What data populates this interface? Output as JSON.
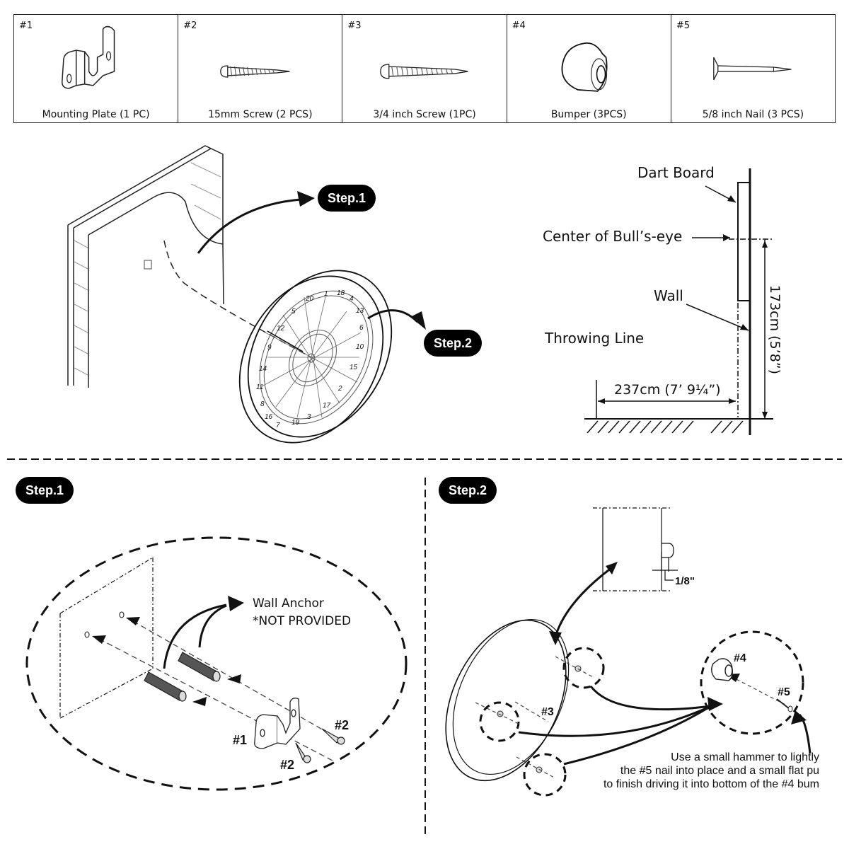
{
  "parts": [
    {
      "id": "#1",
      "label": "Mounting Plate (1 PC)",
      "icon": "mounting-plate-icon"
    },
    {
      "id": "#2",
      "label": "15mm Screw (2 PCS)",
      "icon": "screw-icon"
    },
    {
      "id": "#3",
      "label": "3/4 inch Screw (1PC)",
      "icon": "screw-icon"
    },
    {
      "id": "#4",
      "label": "Bumper (3PCS)",
      "icon": "bumper-icon"
    },
    {
      "id": "#5",
      "label": "5/8 inch Nail (3 PCS)",
      "icon": "nail-icon"
    }
  ],
  "overview": {
    "step1_badge": "Step.1",
    "step2_badge": "Step.2",
    "dartboard_numbers": [
      "20",
      "1",
      "18",
      "4",
      "13",
      "6",
      "10",
      "15",
      "2",
      "17",
      "3",
      "19",
      "7",
      "16",
      "8",
      "11",
      "14",
      "9",
      "12",
      "5"
    ]
  },
  "side_view": {
    "dart_board": "Dart Board",
    "bullseye": "Center of Bull’s-eye",
    "wall": "Wall",
    "throwing_line": "Throwing Line",
    "distance": "237cm (7’ 9¼”)",
    "height": "173cm (5’8”)"
  },
  "step1": {
    "badge": "Step.1",
    "anchor_label": "Wall Anchor",
    "anchor_note": "*NOT PROVIDED",
    "part1": "#1",
    "part2a": "#2",
    "part2b": "#2"
  },
  "step2": {
    "badge": "Step.2",
    "gap": "1/8\"",
    "part3": "#3",
    "part4": "#4",
    "part5": "#5",
    "instructions": [
      "Use a small hammer to lightly",
      "the #5 nail into place and a small flat pu",
      "to finish driving it into bottom of the #4 bum"
    ]
  }
}
